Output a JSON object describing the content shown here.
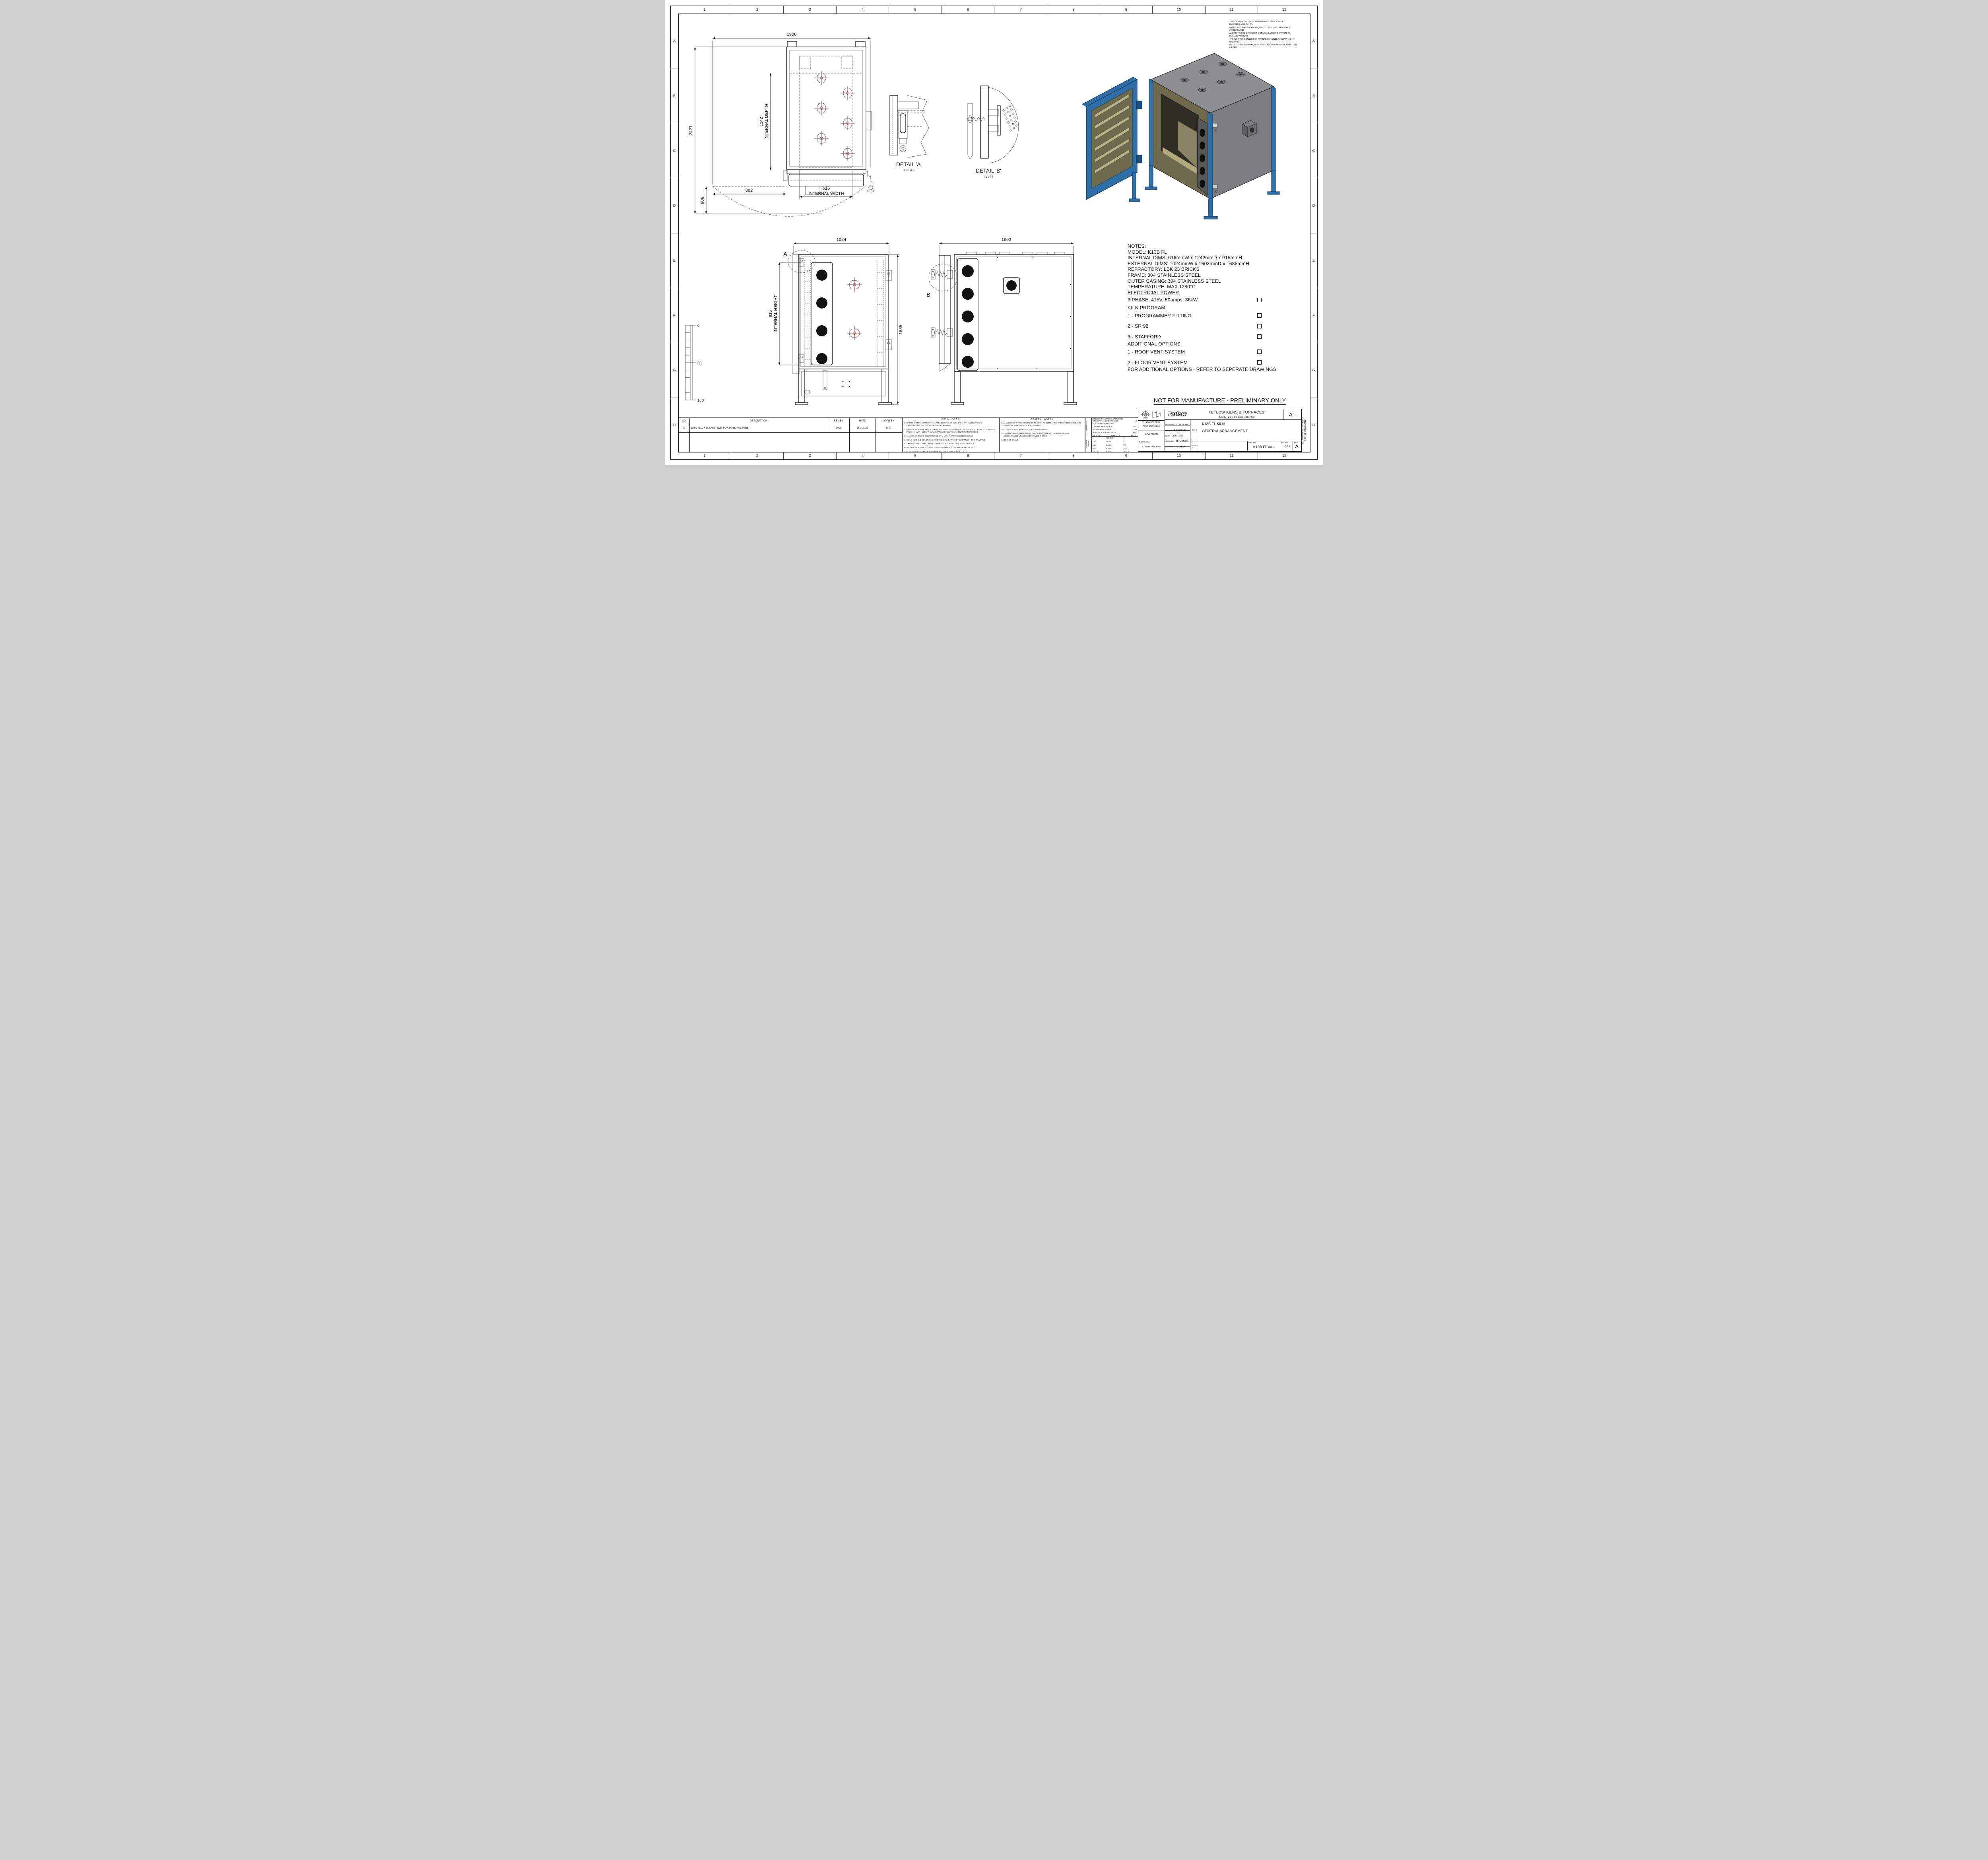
{
  "sheet": {
    "grid_columns": [
      "1",
      "2",
      "3",
      "4",
      "5",
      "6",
      "7",
      "8",
      "9",
      "10",
      "11",
      "12"
    ],
    "grid_rows": [
      "A",
      "B",
      "C",
      "D",
      "E",
      "F",
      "G",
      "H"
    ]
  },
  "confidentiality_lines": [
    "THIS DRAWING IS THE SOLE PROPERTY OF FURNACE ENGINEERING PTY.LTD.",
    "AND IS RETURNABLE ON REQUEST. IT IS TO BE TREATED AS CONFIDENTIAL,",
    "AND NOT TO BE COPIED OR COMMUNICATED TO ANY OTHER PERSON WITHOUT",
    "THE WRITTEN CONSENT OF FURNACE ENGINEERING PTY.LTD. IT MAY ONLY",
    "BE USED FOR MANUFACTURE WHEN ACCOMPANIED BY A WRITTEN ORDER."
  ],
  "views": {
    "plan": {
      "dim_overall_width": "1906",
      "dim_overall_depth": "2421",
      "dim_internal_depth": "1242",
      "internal_depth_label": "INTERNAL DEPTH",
      "dim_door_swing": "882",
      "dim_internal_width": "616",
      "internal_width_label": "INTERNAL WIDTH",
      "dim_door_clearance": "906"
    },
    "front": {
      "detail_marker": "A",
      "dim_width": "1024",
      "dim_internal_height": "915",
      "internal_height_label": "INTERNAL HEIGHT",
      "dim_overall_height": "1685"
    },
    "side": {
      "detail_marker": "B",
      "dim_depth": "1603"
    },
    "detail_a": {
      "title": "DETAIL 'A'",
      "scale_note": "( 1 : 4 )"
    },
    "detail_b": {
      "title": "DETAIL 'B'",
      "scale_note": "( 1 : 4 )"
    },
    "scale_bar": {
      "ticks": [
        "0",
        "50",
        "100"
      ]
    }
  },
  "notes": {
    "lines": [
      {
        "t": "NOTES:"
      },
      {
        "t": "MODEL: K13B FL"
      },
      {
        "t": "INTERNAL DIMS: 616mmW x 1242mmD x 915mmH"
      },
      {
        "t": "EXTERNAL DIMS: 1024mmW x 1603mmD x 1685mmH"
      },
      {
        "t": "REFRACTORY: LBK 23 BRICKS"
      },
      {
        "t": "FRAME: 304 STAINLESS STEEL"
      },
      {
        "t": "OUTER CASING: 304 STAINLESS STEEL"
      },
      {
        "t": "TEMPERATURE: MAX 1280°C"
      },
      {
        "t": "ELECTRICIAL POWER",
        "cls": "u"
      },
      {
        "t": "3 PHASE, 415V, 50amps, 36kW",
        "cls": "hasbox",
        "mt": 4
      },
      {
        "t": "KILN PROGRAM",
        "cls": "u",
        "mt": 5
      },
      {
        "t": "1 - PROGRAMMER FITTING",
        "cls": "hasbox",
        "mt": 5
      },
      {
        "t": "2 - SR 92",
        "cls": "hasbox",
        "mt": 12
      },
      {
        "t": "3 - STAFFORD",
        "cls": "hasbox",
        "mt": 12
      },
      {
        "t": "ADDITIONAL OPTIONS",
        "cls": "u",
        "mt": 4
      },
      {
        "t": "1 - ROOF VENT SYSTEM",
        "cls": "hasbox",
        "mt": 5
      },
      {
        "t": "2 - FLOOR VENT SYSTEM",
        "cls": "hasbox",
        "mt": 12
      },
      {
        "t": "FOR ADDITIONAL OPTIONS - REFER TO SEPERATE DRAWINGS",
        "mt": 3
      }
    ]
  },
  "weld_notes": {
    "title": "WELD NOTES",
    "items": [
      "1. CARBON STEEL STRUCTURAL WELDING TO AS 1554.1 G.P. WITH 100% VISUAL EXAMINATION, 5% VISUAL INSPECTION U.N.O.",
      "2. STAINLESS STEEL STRUCTURAL WELDING TO AS 1554.6 CATEGORY 2. CLASS C. SURFACE FINISH III WITH 100% VISUAL SCANNING, 5% VISUAL EXAMINATION U.N.O.",
      "3. ALL WELDS TO BE CONTINUOUS 0.7 x MIN. PLATE THICKNESS U.N.O.",
      "4. WELD DETAILS COVERED BY NOTES 1,2 & 3 ARE NOT SHOWN ON THE DRAWING",
      "5. CARBON STEEL WELDING CONSUMABLES TO AS 1554.1 SECTION 2.3",
      "6. STAINLESS STEEL WELDING CONSUMABLES TO AS 1554.6 SECTION 2.3",
      "7. ELECTRODE SELECTION AS PER AS 1554.6 TABLE 4.5.1 U.N.O."
    ]
  },
  "general_notes": {
    "title": "GENERAL NOTES",
    "items": [
      "1. ALL ROLLED STEEL SECTIONS TO BE IN ACCORDANCE WITH AS3679.1-300 AND CURRENT BHP STRUCTURAL SHAPES",
      "2. ALL RHS & CHS TO BE GRADE 350 TO AS1163",
      "3. ALL BOLTS AND NUTS TO BE IN ACCORDANCE WITH AS1111,AS1112, AS1110,AS1252 UNLESS OTHERWISE NOTED.",
      "4. DO NOT SCALE"
    ]
  },
  "tolerances": {
    "side_label": "TOLERANCES:",
    "header": "(UNLESS OTHERWISE SPECIFIED)",
    "rows": [
      {
        "label": "NON MACHINED SURFACES",
        "val": "±2"
      },
      {
        "label": "MACHINED SURFACES",
        "val": ""
      },
      {
        "label": "ONE DECIMAL PLACE",
        "val": "±0.3"
      },
      {
        "label": "NO DECIMAL PLACE",
        "val": "±1"
      },
      {
        "label": "ANGLES & SQUARENESS",
        "val": "±0.5°"
      }
    ],
    "col_headers": [
      "AS 1100",
      "MAX. CLA",
      "EQUIV"
    ]
  },
  "surface_finish": {
    "side_label": "SURFACE FINISH",
    "rows": [
      {
        "sym": "√",
        "cla": "NO. M/C",
        "equiv": "∿"
      },
      {
        "sym": "25√",
        "cla": "25um",
        "equiv": "▽"
      },
      {
        "sym": "1.6√",
        "cla": "1.6um",
        "equiv": "▽▽"
      },
      {
        "sym": "6.3√",
        "cla": "6.3um",
        "equiv": "▽▽▽"
      },
      {
        "sym": "1.6√ G",
        "cla": "1.6um",
        "equiv": "▽▽▽ G"
      }
    ]
  },
  "revision_table": {
    "headers": [
      "NO",
      "DESCRIPTION",
      "REV BY",
      "DATE",
      "APPR BY"
    ],
    "rows": [
      {
        "no": "A",
        "description": "ORIGINAL RELEASE- NOT FOR MANUFACTURE",
        "rev_by": "D.M.",
        "date": "26 JUL 22",
        "appr_by": "M.T."
      }
    ]
  },
  "title_block": {
    "banner": "NOT FOR MANUFACTURE - PRELIMINARY ONLY",
    "projection_line1": "THIRD ANG. PROJ.",
    "projection_line2": "AUST STD AS1100",
    "software": "INVENTOR",
    "cad_file_label": "CAD FILE No.",
    "cad_file": "K13B FL 001 A.idw",
    "logo": "Tetlow",
    "company": "TETLOW KILNS & FURNACES",
    "abn": "A.B.N. 26 166 832 3000 54",
    "sheet_size": "A1",
    "designed_label": "DESIGNED:",
    "designed": "D.MURPHY",
    "drawn_label": "DRAWN:",
    "drawn": "D.MURPHY",
    "date_label": "DATE:",
    "date": "25/07/2022",
    "checked_label": "CHECKED:",
    "checked": "M.TURNER",
    "approved_label": "APPROVED:",
    "approved": "T.NASH",
    "scale_label": "SCALE:",
    "scale": "1:10",
    "title_label": "TITLE",
    "title_line1": "K13B FL KILN",
    "title_line2": "GENERAL ARRANGEMENT",
    "client_label": "CLIENT",
    "drg_label": "DRG. NO.",
    "drg_no": "K13B FL 001",
    "sht_label": "SHT. NO.",
    "sht_no": "1 OF 1",
    "rev_label": "REV",
    "rev": "A",
    "copyright": "©COPYRIGHT FURNACE ENGINEERING 2022"
  },
  "colors": {
    "frame_blue": "#2f6fa8",
    "frame_blue_dark": "#1d4f7e",
    "casing_top": "#8d8f91",
    "casing_side": "#7b7d80",
    "brick_olive": "#6f6a4e",
    "brick_light": "#b9b18a",
    "floor_brick": "#b2a97e",
    "opening_dark": "#2e2c24",
    "target_red": "#cc2626"
  }
}
